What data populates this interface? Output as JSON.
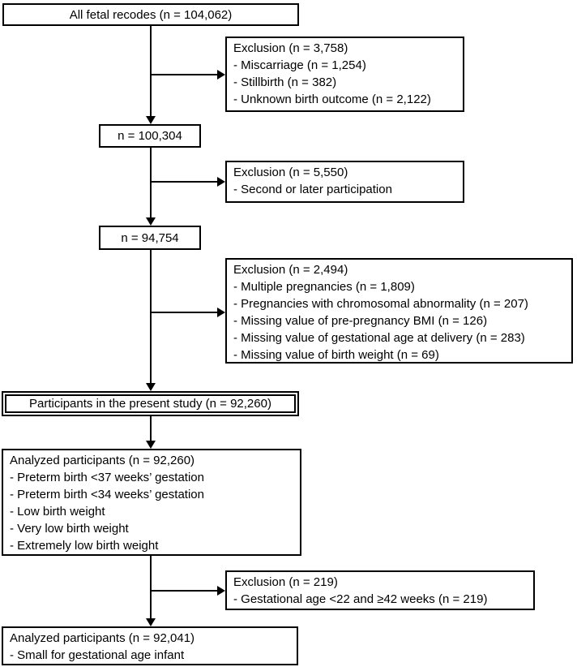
{
  "flow": {
    "box_all_fetal": "All fetal recodes (n = 104,062)",
    "box_n_100304": "n = 100,304",
    "box_n_94754": "n = 94,754",
    "box_present_study": "Participants in the present study (n = 92,260)",
    "box_analyzed_outcomes": {
      "header": "Analyzed participants (n = 92,260)",
      "items": [
        "- Preterm birth <37 weeks’ gestation",
        "- Preterm birth <34 weeks’ gestation",
        "- Low birth weight",
        "- Very low birth weight",
        "- Extremely low birth weight"
      ]
    },
    "box_analyzed_sga": {
      "header": "Analyzed participants (n = 92,041)",
      "items": [
        "- Small for gestational age infant"
      ]
    },
    "exclusion_1": {
      "header": "Exclusion (n = 3,758)",
      "items": [
        "- Miscarriage (n = 1,254)",
        "- Stillbirth (n = 382)",
        "- Unknown birth outcome (n = 2,122)"
      ]
    },
    "exclusion_2": {
      "header": "Exclusion (n = 5,550)",
      "items": [
        "- Second or later participation"
      ]
    },
    "exclusion_3": {
      "header": "Exclusion (n = 2,494)",
      "items": [
        "- Multiple pregnancies (n = 1,809)",
        "- Pregnancies with chromosomal abnormality (n = 207)",
        "- Missing value of pre-pregnancy BMI (n = 126)",
        "- Missing value of gestational age at delivery (n = 283)",
        "- Missing value of birth weight (n = 69)"
      ]
    },
    "exclusion_4": {
      "header": "Exclusion (n = 219)",
      "items": [
        "- Gestational age <22 and ≥42 weeks (n = 219)"
      ]
    },
    "colors": {
      "line": "#000000",
      "text": "#000000",
      "background": "#ffffff"
    }
  }
}
